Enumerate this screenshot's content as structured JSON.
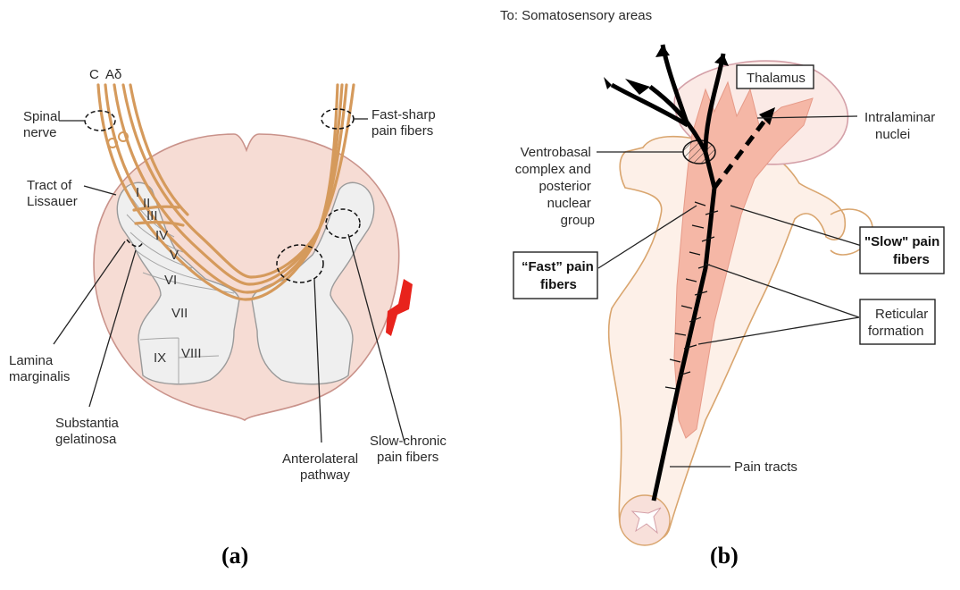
{
  "panel_a": {
    "label": "(a)",
    "fiber_c": "C",
    "fiber_adelta": "Aδ",
    "labels": {
      "spinal_nerve": [
        "Spinal",
        "nerve"
      ],
      "tract_lissauer": [
        "Tract of",
        "Lissauer"
      ],
      "fast_sharp": [
        "Fast-sharp",
        "pain fibers"
      ],
      "lamina_marginalis": [
        "Lamina",
        "marginalis"
      ],
      "substantia_gelatinosa": [
        "Substantia",
        "gelatinosa"
      ],
      "anterolateral": [
        "Anterolateral",
        "pathway"
      ],
      "slow_chronic": [
        "Slow-chronic",
        "pain fibers"
      ]
    },
    "laminae": [
      "I",
      "II",
      "III",
      "IV",
      "V",
      "VI",
      "VII",
      "VIII",
      "IX"
    ],
    "colors": {
      "cord": "#f6dcd4",
      "fiber": "#d59a5c",
      "highlight": "#e8231c"
    }
  },
  "panel_b": {
    "label": "(b)",
    "top": "To: Somatosensory areas",
    "thalamus": "Thalamus",
    "intralaminar": [
      "Intralaminar",
      "nuclei"
    ],
    "ventrobasal": [
      "Ventrobasal",
      "complex and",
      "posterior",
      "nuclear",
      "group"
    ],
    "fast_fibers": [
      "“Fast” pain",
      "fibers"
    ],
    "slow_fibers": [
      "\"Slow\" pain",
      "fibers"
    ],
    "reticular": [
      "Reticular",
      "formation"
    ],
    "pain_tracts": "Pain tracts",
    "colors": {
      "reticular_fill": "#f5b7a6",
      "brain_outline": "#d9a56e"
    }
  }
}
